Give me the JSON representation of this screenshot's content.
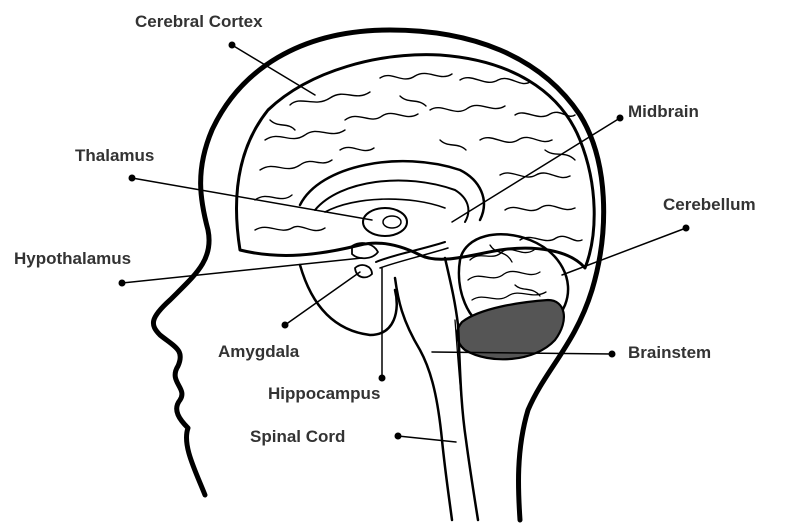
{
  "labels": {
    "cerebral_cortex": "Cerebral Cortex",
    "midbrain": "Midbrain",
    "thalamus": "Thalamus",
    "cerebellum": "Cerebellum",
    "hypothalamus": "Hypothalamus",
    "amygdala": "Amygdala",
    "brainstem": "Brainstem",
    "hippocampus": "Hippocampus",
    "spinal_cord": "Spinal Cord"
  },
  "colors": {
    "ink": "#000000",
    "label": "#333333",
    "background": "#ffffff"
  }
}
